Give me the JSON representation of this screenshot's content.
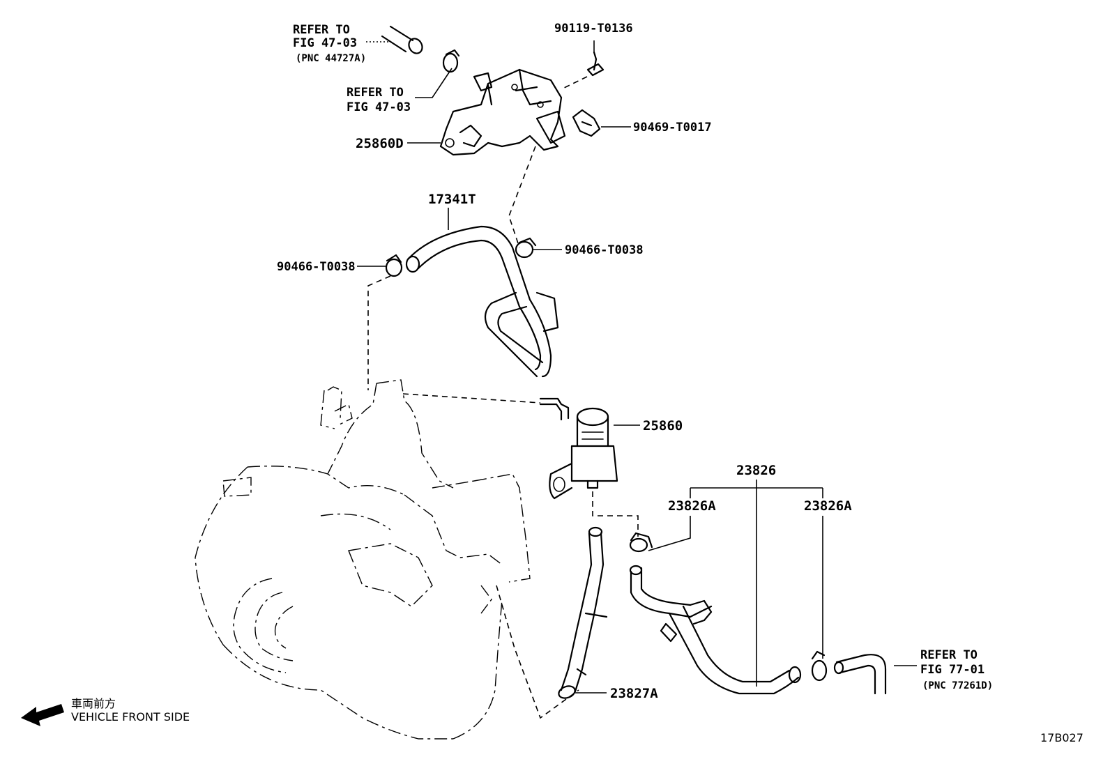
{
  "labels": {
    "refer_top": [
      "REFER TO",
      "FIG 47-03",
      "(PNC 44727A)"
    ],
    "refer_mid": [
      "REFER TO",
      "FIG 47-03"
    ],
    "refer_right": [
      "REFER TO",
      "FIG 77-01",
      "(PNC 77261D)"
    ],
    "pn_90119": "90119-T0136",
    "pn_90469": "90469-T0017",
    "pn_25860D": "25860D",
    "pn_17341T": "17341T",
    "pn_90466_right": "90466-T0038",
    "pn_90466_left": "90466-T0038",
    "pn_25860": "25860",
    "pn_23826": "23826",
    "pn_23826A_left": "23826A",
    "pn_23826A_right": "23826A",
    "pn_23827A": "23827A"
  },
  "legend": {
    "front_jp": "車両前方",
    "front_en": "VEHICLE FRONT SIDE"
  },
  "figure_code": "17B027"
}
